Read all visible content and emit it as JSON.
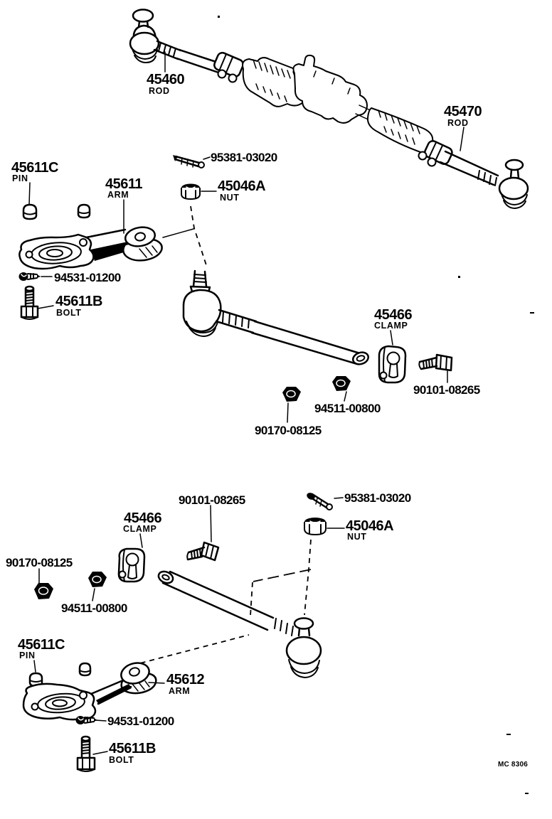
{
  "page": {
    "title": "Steering linkage exploded parts diagram",
    "footer_code": "MC 8306",
    "ink_color": "#000000",
    "background_color": "#ffffff"
  },
  "callouts": {
    "rod_45460": {
      "number": "45460",
      "name": "ROD"
    },
    "rod_45470": {
      "number": "45470",
      "name": "ROD"
    },
    "cotter_pin_upper": {
      "number": "95381-03020"
    },
    "pin_45611c_upper": {
      "number": "45611C",
      "name": "PIN"
    },
    "arm_45611": {
      "number": "45611",
      "name": "ARM"
    },
    "nut_45046a_upper": {
      "number": "45046A",
      "name": "NUT"
    },
    "rivet_upper": {
      "number": "94531-01200"
    },
    "bolt_45611b_upper": {
      "number": "45611B",
      "name": "BOLT"
    },
    "clamp_45466_upper": {
      "number": "45466",
      "name": "CLAMP"
    },
    "bolt_90101_upper": {
      "number": "90101-08265"
    },
    "nut_94511_upper": {
      "number": "94511-00800"
    },
    "nut_90170_upper": {
      "number": "90170-08125"
    },
    "bolt_90101_lower": {
      "number": "90101-08265"
    },
    "cotter_pin_lower": {
      "number": "95381-03020"
    },
    "clamp_45466_lower": {
      "number": "45466",
      "name": "CLAMP"
    },
    "nut_45046a_lower": {
      "number": "45046A",
      "name": "NUT"
    },
    "nut_90170_lower": {
      "number": "90170-08125"
    },
    "nut_94511_lower": {
      "number": "94511-00800"
    },
    "pin_45611c_lower": {
      "number": "45611C",
      "name": "PIN"
    },
    "arm_45612": {
      "number": "45612",
      "name": "ARM"
    },
    "rivet_lower": {
      "number": "94531-01200"
    },
    "bolt_45611b_lower": {
      "number": "45611B",
      "name": "BOLT"
    }
  }
}
